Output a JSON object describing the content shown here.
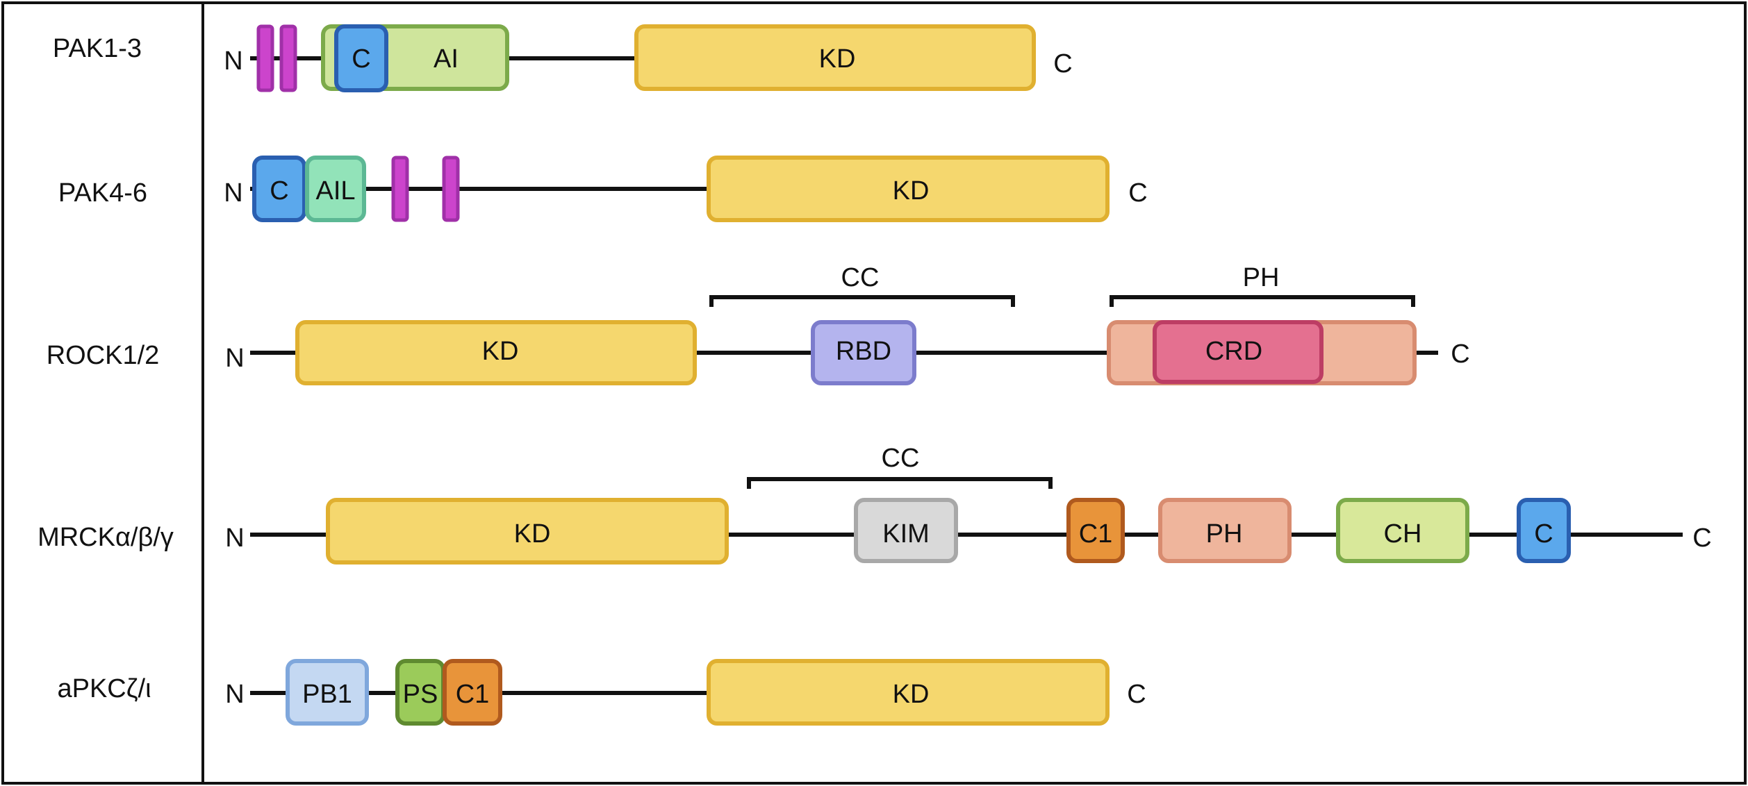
{
  "rows": [
    {
      "label": "PAK1-3",
      "n_label": "N",
      "c_label": "C",
      "domains": [
        {
          "label": "",
          "fill": "#CC44CC",
          "stroke": "#A030A8"
        },
        {
          "label": "",
          "fill": "#CC44CC",
          "stroke": "#A030A8"
        },
        {
          "label": "AI",
          "fill": "#CFE59C",
          "stroke": "#7CAA4A"
        },
        {
          "label": "C",
          "fill": "#5BA8EC",
          "stroke": "#2A5FB0"
        },
        {
          "label": "KD",
          "fill": "#F5D76E",
          "stroke": "#E0B030"
        }
      ],
      "brackets": []
    },
    {
      "label": "PAK4-6",
      "n_label": "N",
      "c_label": "C",
      "domains": [
        {
          "label": "C",
          "fill": "#5BA8EC",
          "stroke": "#2A5FB0"
        },
        {
          "label": "AIL",
          "fill": "#92E3B9",
          "stroke": "#5CB894"
        },
        {
          "label": "",
          "fill": "#CC44CC",
          "stroke": "#A030A8"
        },
        {
          "label": "",
          "fill": "#CC44CC",
          "stroke": "#A030A8"
        },
        {
          "label": "KD",
          "fill": "#F5D76E",
          "stroke": "#E0B030"
        }
      ],
      "brackets": []
    },
    {
      "label": "ROCK1/2",
      "n_label": "N",
      "c_label": "C",
      "domains": [
        {
          "label": "KD",
          "fill": "#F5D76E",
          "stroke": "#E0B030"
        },
        {
          "label": "RBD",
          "fill": "#B4B4EE",
          "stroke": "#7C7CCC"
        },
        {
          "label": "",
          "fill": "#EFB59C",
          "stroke": "#D88C70"
        },
        {
          "label": "CRD",
          "fill": "#E47090",
          "stroke": "#BD3D64"
        }
      ],
      "brackets": [
        {
          "label": "CC"
        },
        {
          "label": "PH"
        }
      ]
    },
    {
      "label": "MRCKα/β/γ",
      "n_label": "N",
      "c_label": "C",
      "domains": [
        {
          "label": "KD",
          "fill": "#F5D76E",
          "stroke": "#E0B030"
        },
        {
          "label": "KIM",
          "fill": "#D9D9D9",
          "stroke": "#A8A8A8"
        },
        {
          "label": "C1",
          "fill": "#E8943A",
          "stroke": "#B05A1E"
        },
        {
          "label": "PH",
          "fill": "#EFB59C",
          "stroke": "#D88C70"
        },
        {
          "label": "CH",
          "fill": "#D8E89A",
          "stroke": "#7CAA4A"
        },
        {
          "label": "C",
          "fill": "#5BA8EC",
          "stroke": "#2A5FB0"
        }
      ],
      "brackets": [
        {
          "label": "CC"
        }
      ]
    },
    {
      "label": "aPKCζ/ι",
      "n_label": "N",
      "c_label": "C",
      "domains": [
        {
          "label": "PB1",
          "fill": "#C4D8F2",
          "stroke": "#7FA7DC"
        },
        {
          "label": "PS",
          "fill": "#9BCB5A",
          "stroke": "#5F8A30"
        },
        {
          "label": "C1",
          "fill": "#E8943A",
          "stroke": "#B05A1E"
        },
        {
          "label": "KD",
          "fill": "#F5D76E",
          "stroke": "#E0B030"
        }
      ],
      "brackets": []
    }
  ]
}
